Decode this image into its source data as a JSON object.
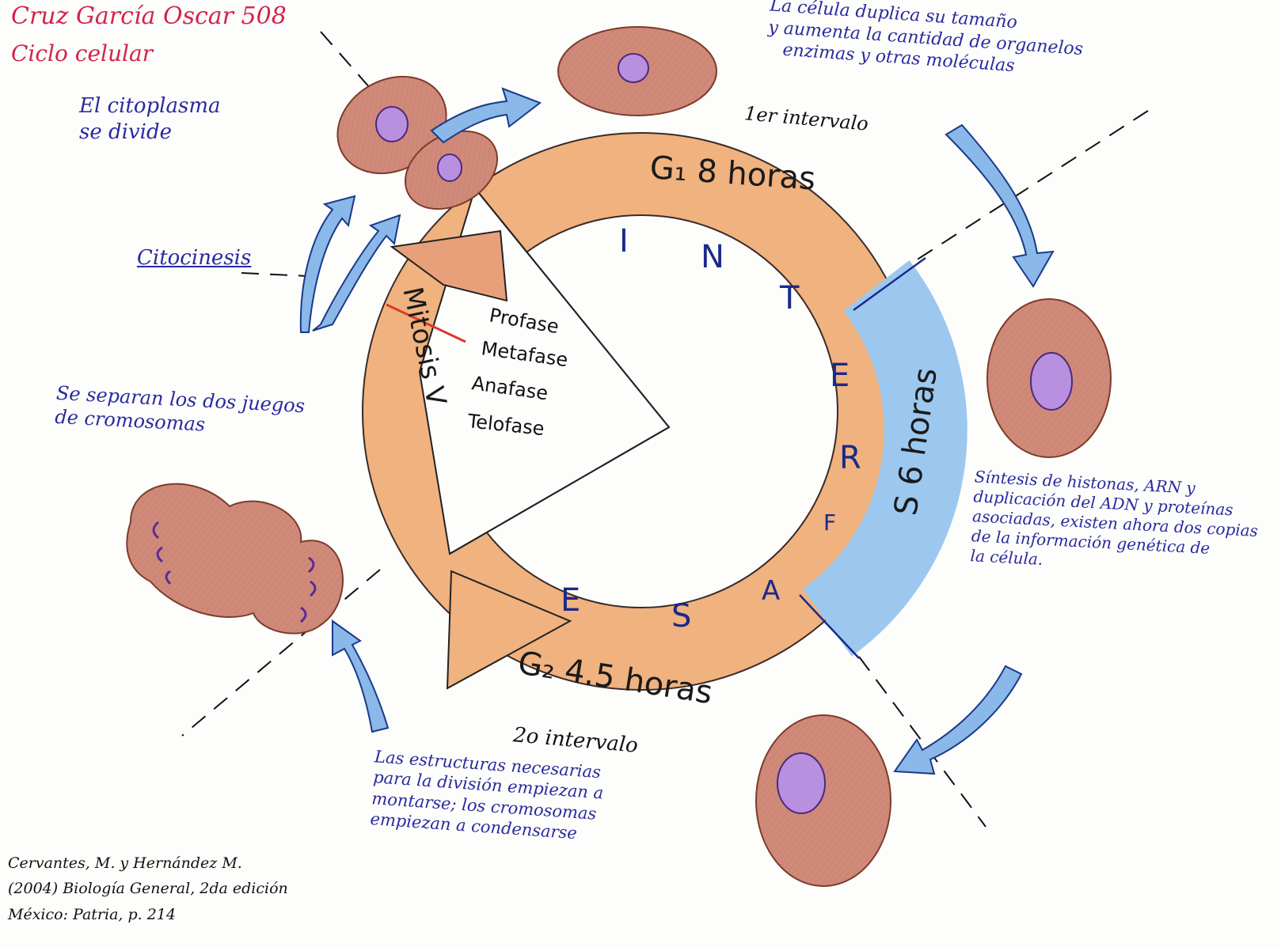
{
  "header": {
    "author": "Cruz García Oscar 508",
    "title": "Ciclo celular"
  },
  "ring": {
    "g1": "G₁ 8 horas",
    "s": "S 6 horas",
    "g2": "G₂ 4.5 horas",
    "mitosis": "Mitosis V",
    "interfase_letters": [
      "I",
      "N",
      "T",
      "E",
      "R",
      "F",
      "A",
      "S",
      "E"
    ],
    "phases": [
      "Profase",
      "Metafase",
      "Anafase",
      "Telofase"
    ]
  },
  "labels": {
    "interval1": "1er intervalo",
    "interval2": "2o intervalo",
    "citocinesis": "Citocinesis"
  },
  "notes": {
    "g1": [
      "La célula duplica su tamaño",
      "y aumenta la cantidad de organelos",
      "enzimas y otras moléculas"
    ],
    "citoplasma": [
      "El citoplasma",
      "se divide"
    ],
    "anafase": [
      "Se separan los dos juegos",
      "de cromosomas"
    ],
    "s": [
      "Síntesis de histonas, ARN y",
      "duplicación del ADN y proteínas",
      "asociadas, existen ahora dos copias",
      "de la información genética de",
      "la célula."
    ],
    "g2": [
      "Las estructuras necesarias",
      "para la división empiezan a",
      "montarse; los cromosomas",
      "empiezan a condensarse"
    ]
  },
  "citation": [
    "Cervantes, M. y Hernández M.",
    "(2004) Biología General, 2da edición",
    "México: Patria, p. 214"
  ],
  "colors": {
    "orange": "#f0b27e",
    "blue": "#9cc8ef",
    "cell": "#d08a7a",
    "nucleus": "#b98fe0",
    "ink_blue": "#2a2aa0",
    "ink_red": "#d4234a",
    "arrow": "#8ab8e8"
  }
}
